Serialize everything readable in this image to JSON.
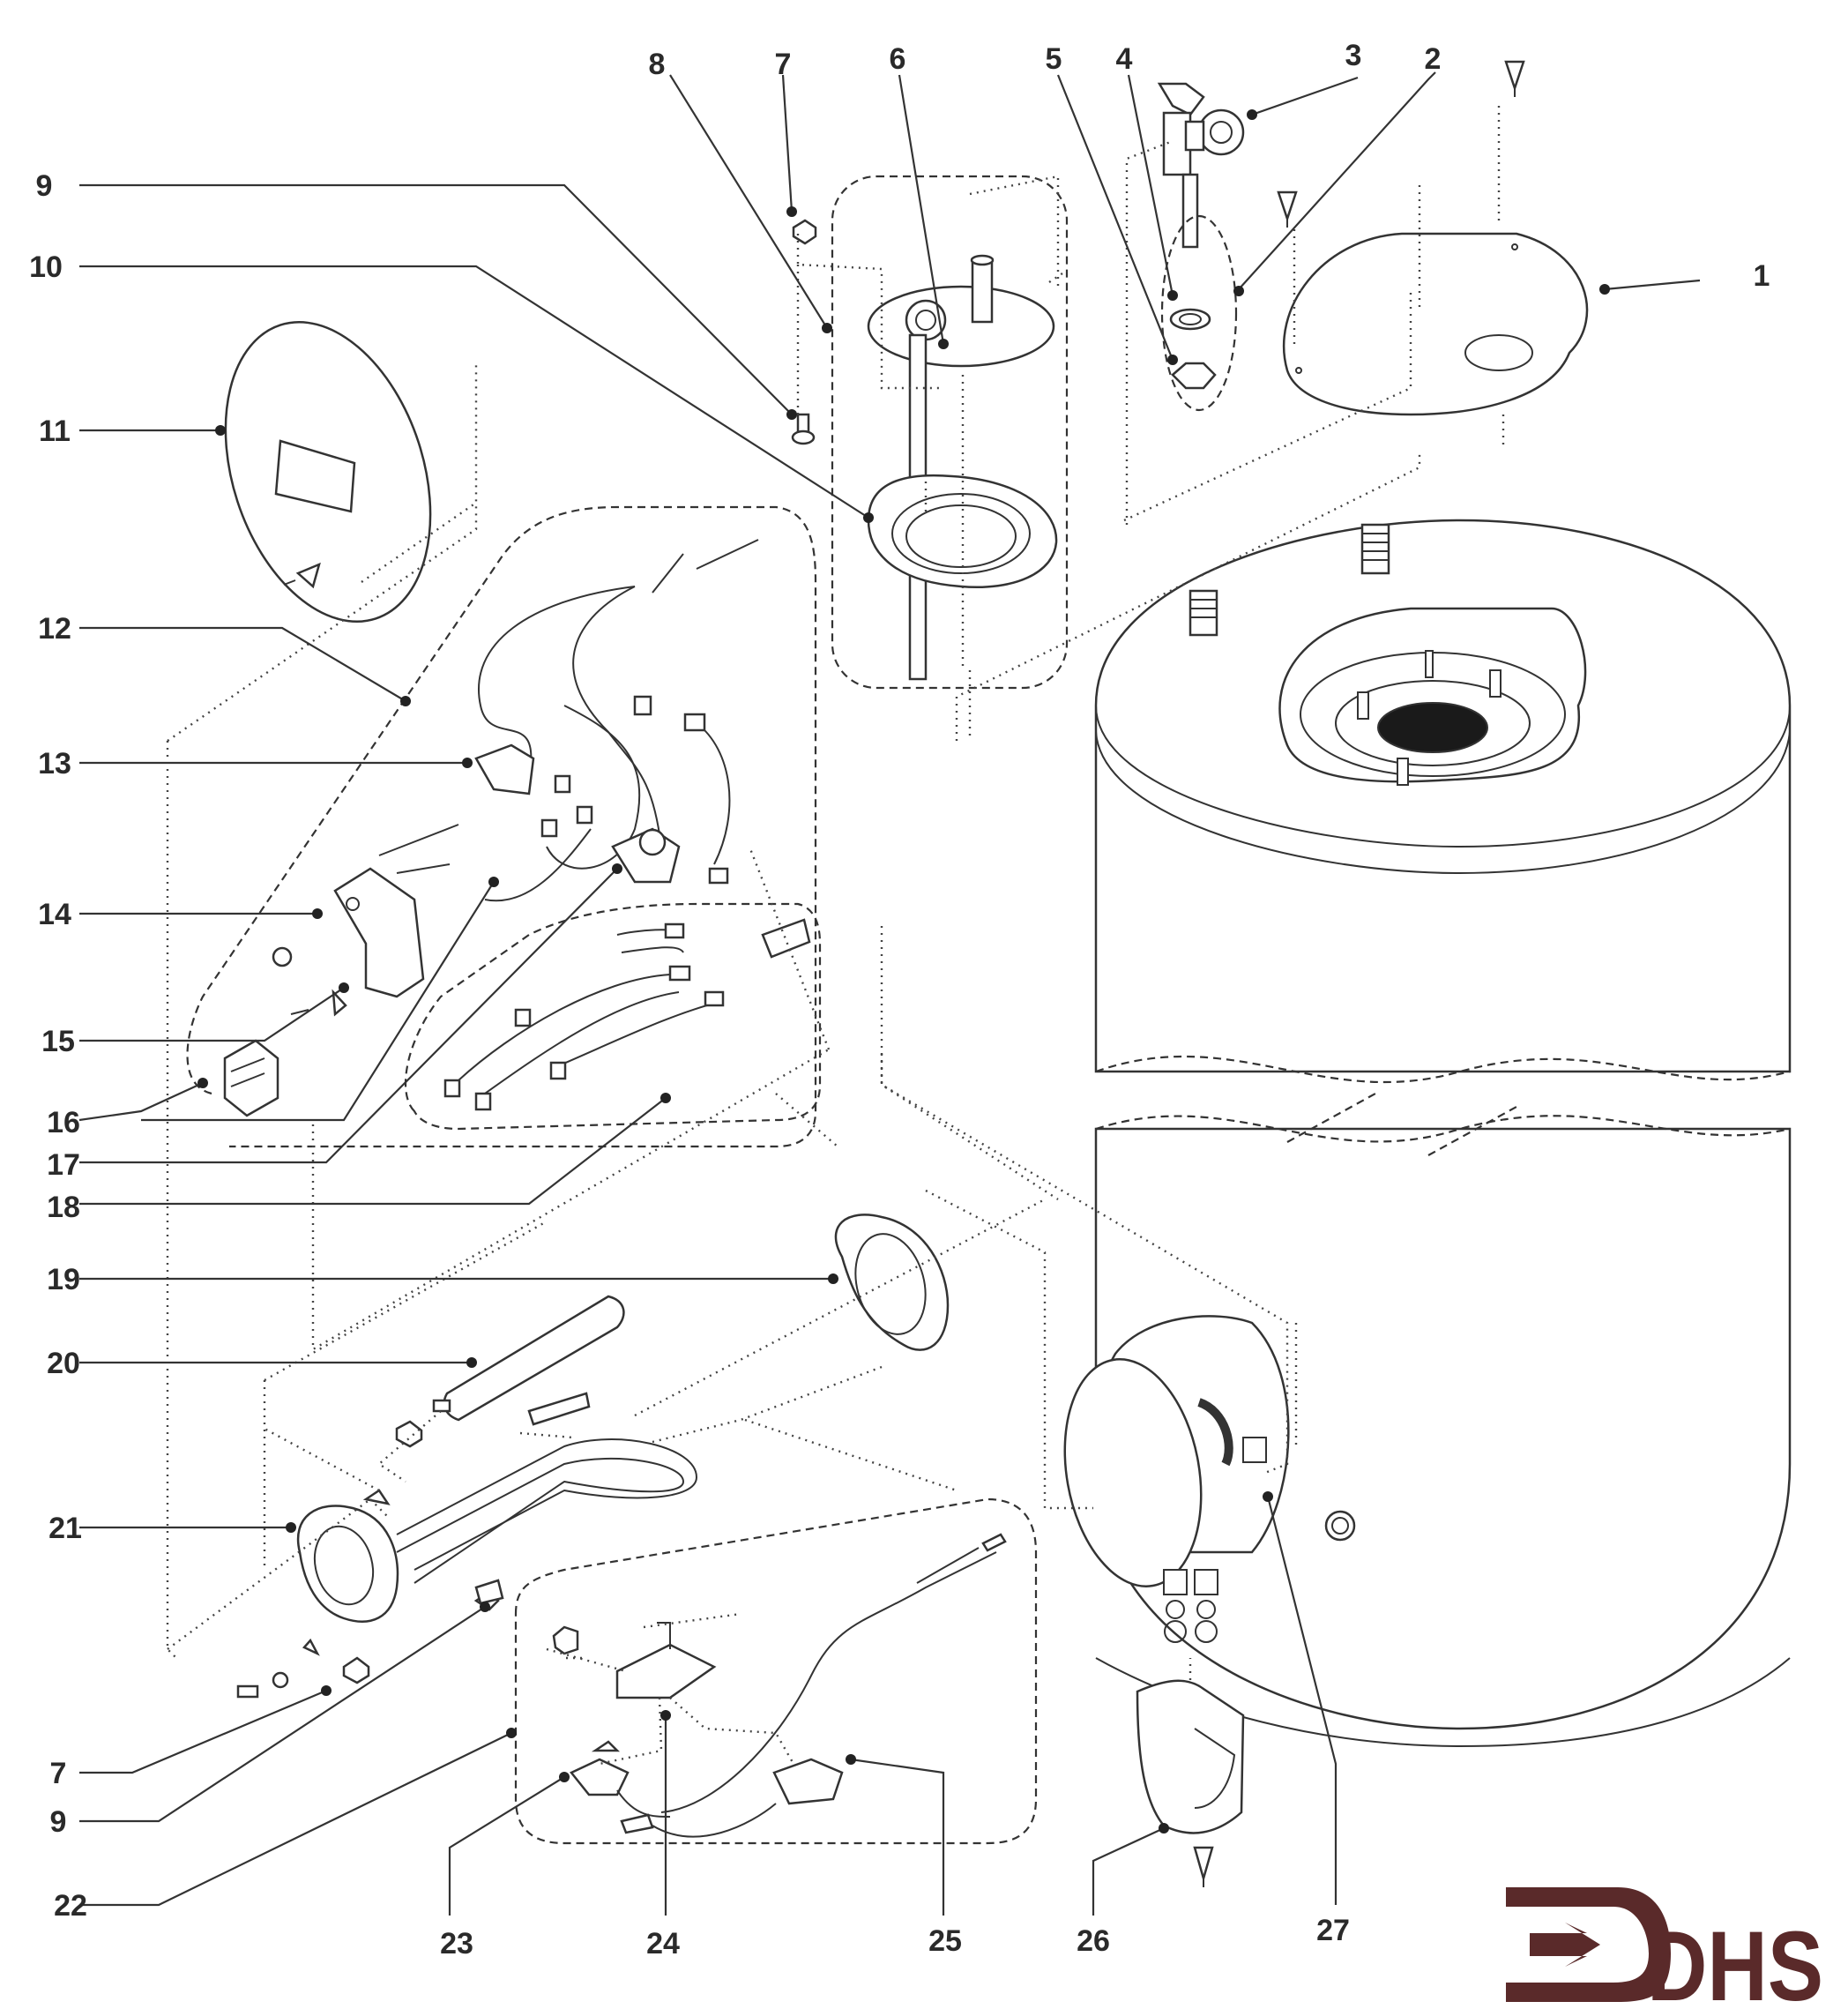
{
  "diagram": {
    "part_labels": [
      "1",
      "2",
      "3",
      "4",
      "5",
      "6",
      "7",
      "8",
      "9",
      "10",
      "11",
      "12",
      "13",
      "14",
      "15",
      "16",
      "17",
      "18",
      "19",
      "20",
      "21",
      "22",
      "23",
      "24",
      "25",
      "26",
      "27"
    ],
    "lower_labels": [
      "7",
      "9",
      "22",
      "23",
      "24",
      "25",
      "26",
      "27"
    ]
  },
  "logo": {
    "text": "DHS",
    "color": "#5a2a2a"
  }
}
